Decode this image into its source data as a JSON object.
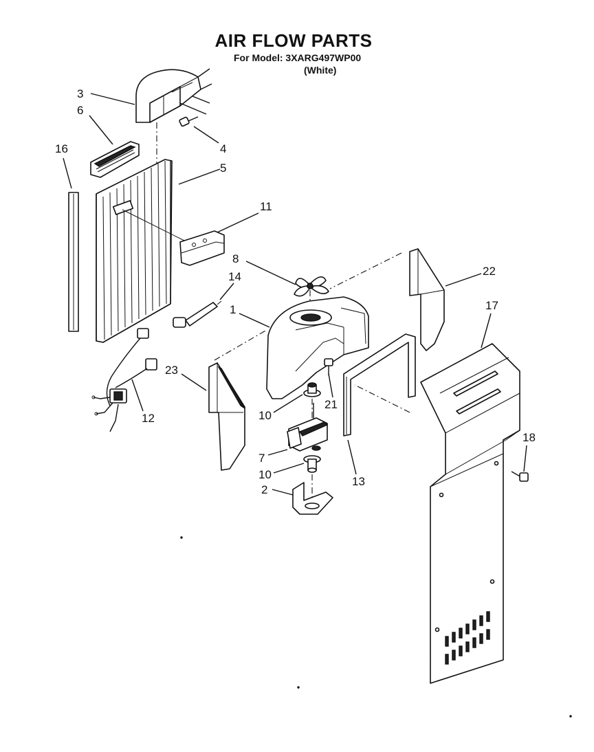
{
  "header": {
    "title": "AIR FLOW PARTS",
    "model_line": "For Model: 3XARG497WP00",
    "color_note": "(White)"
  },
  "callouts": {
    "c1": "1",
    "c2": "2",
    "c3": "3",
    "c4": "4",
    "c5": "5",
    "c6": "6",
    "c7": "7",
    "c8": "8",
    "c10a": "10",
    "c10b": "10",
    "c11": "11",
    "c12": "12",
    "c13": "13",
    "c14": "14",
    "c16": "16",
    "c17": "17",
    "c18": "18",
    "c21": "21",
    "c22": "22",
    "c23": "23"
  }
}
